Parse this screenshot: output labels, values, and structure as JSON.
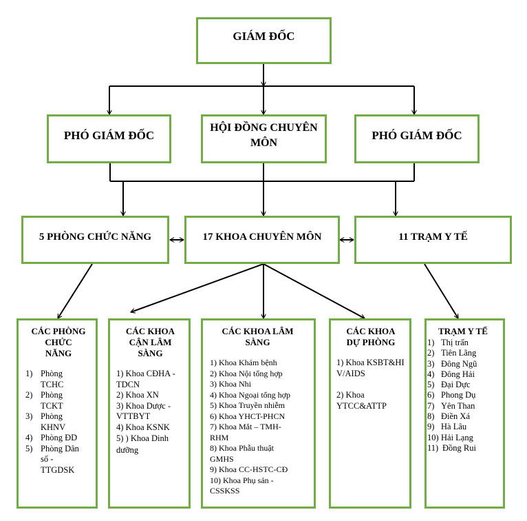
{
  "director": {
    "label": "GIÁM ĐỐC"
  },
  "level2": {
    "deputy_left": "PHÓ GIÁM ĐỐC",
    "council_line1": "HỘI ĐỒNG CHUYÊN",
    "council_line2": "MÔN",
    "deputy_right": "PHÓ GIÁM ĐỐC"
  },
  "level3": {
    "functional": "5 PHÒNG CHỨC NĂNG",
    "departments": "17 KHOA CHUYÊN MÔN",
    "stations": "11 TRẠM Y TẾ"
  },
  "level4": {
    "functional_rooms": {
      "title": "CÁC PHÒNG CHỨC NĂNG",
      "items": [
        {
          "num": "1)",
          "text": "Phòng TCHC"
        },
        {
          "num": "2)",
          "text": "Phòng TCKT"
        },
        {
          "num": "3)",
          "text": "Phòng KHNV"
        },
        {
          "num": "4)",
          "text": "Phòng ĐD"
        },
        {
          "num": "5)",
          "text": "Phòng Dân số - TTGDSK"
        }
      ]
    },
    "paraclinical": {
      "title": "CÁC KHOA CẬN LÂM SÀNG",
      "items": [
        "1) Khoa CĐHA - TDCN",
        "2) Khoa XN",
        "3) Khoa Dược - VTTBYT",
        "4) Khoa KSNK",
        "5) ) Khoa Dinh dưỡng"
      ]
    },
    "clinical": {
      "title": "CÁC KHOA LÂM SÀNG",
      "items": [
        "1) Khoa Khám bệnh",
        "2) Khoa Nội tổng hợp",
        "3) Khoa Nhi",
        "4) Khoa Ngoại tổng hợp",
        "5) Khoa Truyền nhiễm",
        "6) Khoa YHCT-PHCN",
        "7) Khoa Mắt – TMH-RHM",
        "8) Khoa Phẫu thuật GMHS",
        "9) Khoa CC-HSTC-CĐ",
        "10) Khoa Phụ sản - CSSKSS"
      ]
    },
    "preventive": {
      "title": "CÁC KHOA DỰ PHÒNG",
      "items": [
        "1) Khoa KSBT&HIV/AIDS",
        "2) Khoa YTCC&ATTP"
      ]
    },
    "health_stations": {
      "title": "TRẠM Y TẾ",
      "items": [
        {
          "num": "1)",
          "text": "Thị trấn"
        },
        {
          "num": "2)",
          "text": "Tiên Lãng"
        },
        {
          "num": "3)",
          "text": "Đông Ngũ"
        },
        {
          "num": "4)",
          "text": "Đông Hải"
        },
        {
          "num": "5)",
          "text": "Đại Dực"
        },
        {
          "num": "6)",
          "text": "Phong Dụ"
        },
        {
          "num": "7)",
          "text": "Yên Than"
        },
        {
          "num": "8)",
          "text": "Điền Xá"
        },
        {
          "num": "9)",
          "text": "Hà Lâu"
        },
        {
          "num": "10)",
          "text": "Hải Lạng"
        },
        {
          "num": "11)",
          "text": "Đồng Rui"
        }
      ]
    }
  },
  "colors": {
    "box_border": "#70ad47",
    "connector": "#000000"
  }
}
